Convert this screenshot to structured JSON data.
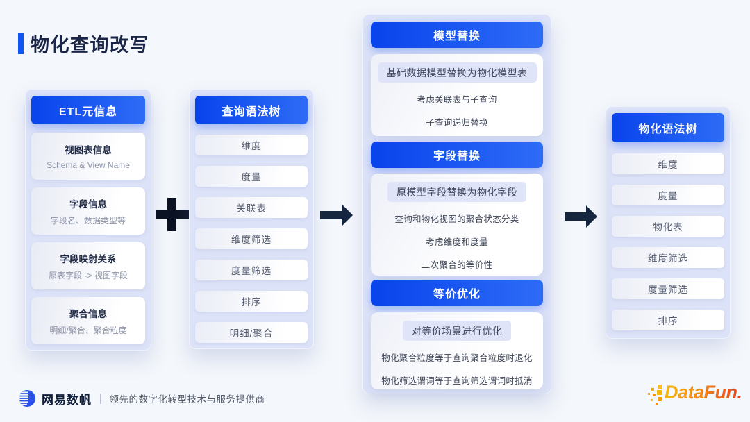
{
  "page": {
    "title": "物化查询改写"
  },
  "etl_panel": {
    "header": "ETL元信息",
    "cards": [
      {
        "title": "视图表信息",
        "subtitle": "Schema & View Name"
      },
      {
        "title": "字段信息",
        "subtitle": "字段名、数据类型等"
      },
      {
        "title": "字段映射关系",
        "subtitle": "原表字段 -> 视图字段"
      },
      {
        "title": "聚合信息",
        "subtitle": "明细/聚合、聚合粒度"
      }
    ]
  },
  "query_tree_panel": {
    "header": "查询语法树",
    "items": [
      "维度",
      "度量",
      "关联表",
      "维度筛选",
      "度量筛选",
      "排序",
      "明细/聚合"
    ]
  },
  "rewrite_sections": [
    {
      "header": "模型替换",
      "pill": "基础数据模型替换为物化模型表",
      "lines": [
        "考虑关联表与子查询",
        "子查询递归替换"
      ]
    },
    {
      "header": "字段替换",
      "pill": "原模型字段替换为物化字段",
      "lines": [
        "查询和物化视图的聚合状态分类",
        "考虑维度和度量",
        "二次聚合的等价性"
      ]
    },
    {
      "header": "等价优化",
      "pill": "对等价场景进行优化",
      "lines": [
        "物化聚合粒度等于查询聚合粒度时退化",
        "物化筛选谓词等于查询筛选谓词时抵消"
      ]
    }
  ],
  "mat_tree_panel": {
    "header": "物化语法树",
    "items": [
      "维度",
      "度量",
      "物化表",
      "维度筛选",
      "度量筛选",
      "排序"
    ]
  },
  "footer": {
    "brand": "网易数帆",
    "tagline": "领先的数字化转型技术与服务提供商",
    "datafun": "DataFun."
  },
  "colors": {
    "page_bg": "#f4f7fb",
    "panel_bg": "#dce2f7",
    "header_gradient_start": "#0843ec",
    "header_gradient_end": "#2e6cf6",
    "accent_bar": "#1155f3",
    "title_text": "#1b2547",
    "pill_bg": "#dfe4f8",
    "plus": "#0b1222",
    "arrow": "#17263f",
    "brand_blue": "#2a52ea",
    "datafun_gradient_start": "#f6bb0d",
    "datafun_gradient_end": "#ee3c16"
  }
}
